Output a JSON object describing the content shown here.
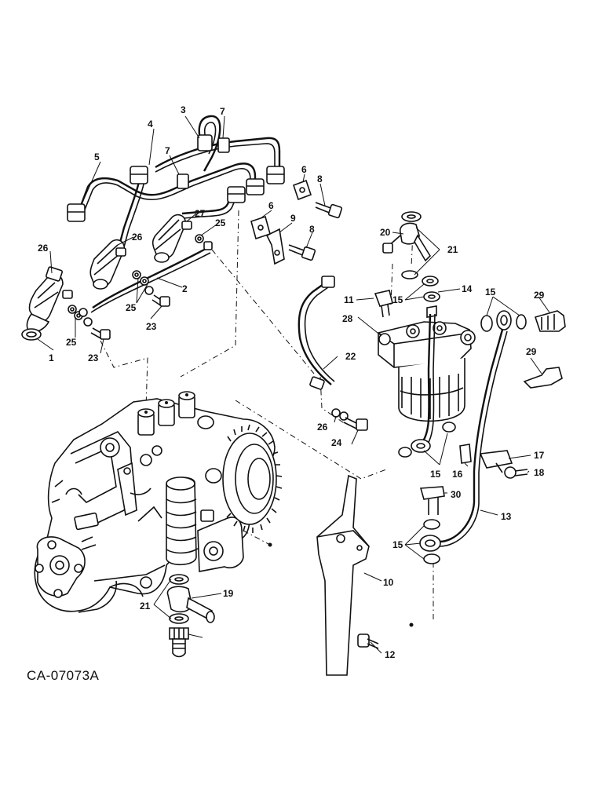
{
  "diagram": {
    "caption": "CA-07073A",
    "callouts": [
      {
        "id": "c1",
        "text": "1"
      },
      {
        "id": "c2",
        "text": "2"
      },
      {
        "id": "c3",
        "text": "3"
      },
      {
        "id": "c4",
        "text": "4"
      },
      {
        "id": "c5",
        "text": "5"
      },
      {
        "id": "c6a",
        "text": "6"
      },
      {
        "id": "c6b",
        "text": "6"
      },
      {
        "id": "c7a",
        "text": "7"
      },
      {
        "id": "c7b",
        "text": "7"
      },
      {
        "id": "c8a",
        "text": "8"
      },
      {
        "id": "c8b",
        "text": "8"
      },
      {
        "id": "c9",
        "text": "9"
      },
      {
        "id": "c10",
        "text": "10"
      },
      {
        "id": "c11",
        "text": "11"
      },
      {
        "id": "c12",
        "text": "12"
      },
      {
        "id": "c13",
        "text": "13"
      },
      {
        "id": "c14",
        "text": "14"
      },
      {
        "id": "c15a",
        "text": "15"
      },
      {
        "id": "c15b",
        "text": "15"
      },
      {
        "id": "c15c",
        "text": "15"
      },
      {
        "id": "c15d",
        "text": "15"
      },
      {
        "id": "c16",
        "text": "16"
      },
      {
        "id": "c17",
        "text": "17"
      },
      {
        "id": "c18",
        "text": "18"
      },
      {
        "id": "c19",
        "text": "19"
      },
      {
        "id": "c20",
        "text": "20"
      },
      {
        "id": "c21a",
        "text": "21"
      },
      {
        "id": "c21b",
        "text": "21"
      },
      {
        "id": "c22",
        "text": "22"
      },
      {
        "id": "c23a",
        "text": "23"
      },
      {
        "id": "c23b",
        "text": "23"
      },
      {
        "id": "c24",
        "text": "24"
      },
      {
        "id": "c25a",
        "text": "25"
      },
      {
        "id": "c25b",
        "text": "25"
      },
      {
        "id": "c25c",
        "text": "25"
      },
      {
        "id": "c26a",
        "text": "26"
      },
      {
        "id": "c26b",
        "text": "26"
      },
      {
        "id": "c26c",
        "text": "26"
      },
      {
        "id": "c27",
        "text": "27"
      },
      {
        "id": "c28",
        "text": "28"
      },
      {
        "id": "c29a",
        "text": "29"
      },
      {
        "id": "c29b",
        "text": "29"
      },
      {
        "id": "c30",
        "text": "30"
      }
    ]
  }
}
